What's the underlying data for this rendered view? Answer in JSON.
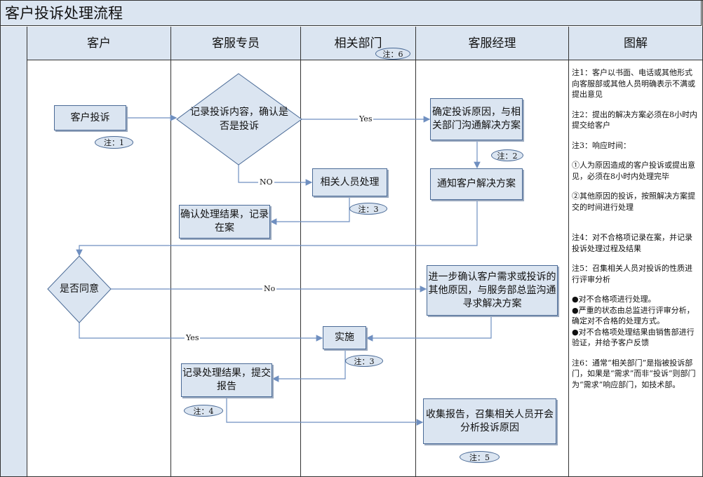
{
  "title": "客户投诉处理流程",
  "lanes": [
    "客户",
    "客服专员",
    "相关部门",
    "客服经理",
    "图解"
  ],
  "nodes": {
    "complaint": "客户投诉",
    "record_decision": "记录投诉内容，确认是否是投诉",
    "determine_cause": "确定投诉原因，与相关部门沟通解决方案",
    "notify_customer": "通知客户解决方案",
    "staff_handle": "相关人员处理",
    "confirm_result": "确认处理结果，记录在案",
    "agree_decision": "是否同意",
    "further_confirm": "进一步确认客户需求或投诉的其他原因，与服务部总监沟通寻求解决方案",
    "implement": "实施",
    "record_report": "记录处理结果，提交报告",
    "collect_report": "收集报告，召集相关人员开会分析投诉原因"
  },
  "note_tags": {
    "n1": "注：1",
    "n2": "注：2",
    "n3a": "注：3",
    "n3b": "注：3",
    "n4": "注：4",
    "n5": "注：5",
    "n6": "注：6"
  },
  "edge_labels": {
    "yes1": "Yes",
    "no1": "NO",
    "no2": "No",
    "yes2": "Yes"
  },
  "notes": [
    "注1：客户以书面、电话或其他形式向客服部或其他人员明确表示不满或提出意见",
    "注2：提出的解决方案必须在8小时内提交给客户",
    "注3：响应时间：",
    "①人为原因造成的客户投诉或提出意见，必须在8小时内处理完毕",
    "②其他原因的投诉，按照解决方案提交的时间进行处理",
    "注4：对不合格项记录在案，并记录投诉处理过程及结果",
    "注5：召集相关人员对投诉的性质进行评审分析",
    "●对不合格项进行处理。",
    "●严重的状态由总监进行评审分析，确定对不合格的处理方式。",
    "●对不合格项处理结果由销售部进行验证，并给予客户反馈",
    "注6：通常“相关部门”是指被投诉部门，如果是“需求”而非“投诉”则部门为“需求”响应部门，如技术部。"
  ],
  "colors": {
    "fill": "#dbe5f1",
    "stroke": "#4a6a96",
    "line": "#6f8fc0"
  }
}
